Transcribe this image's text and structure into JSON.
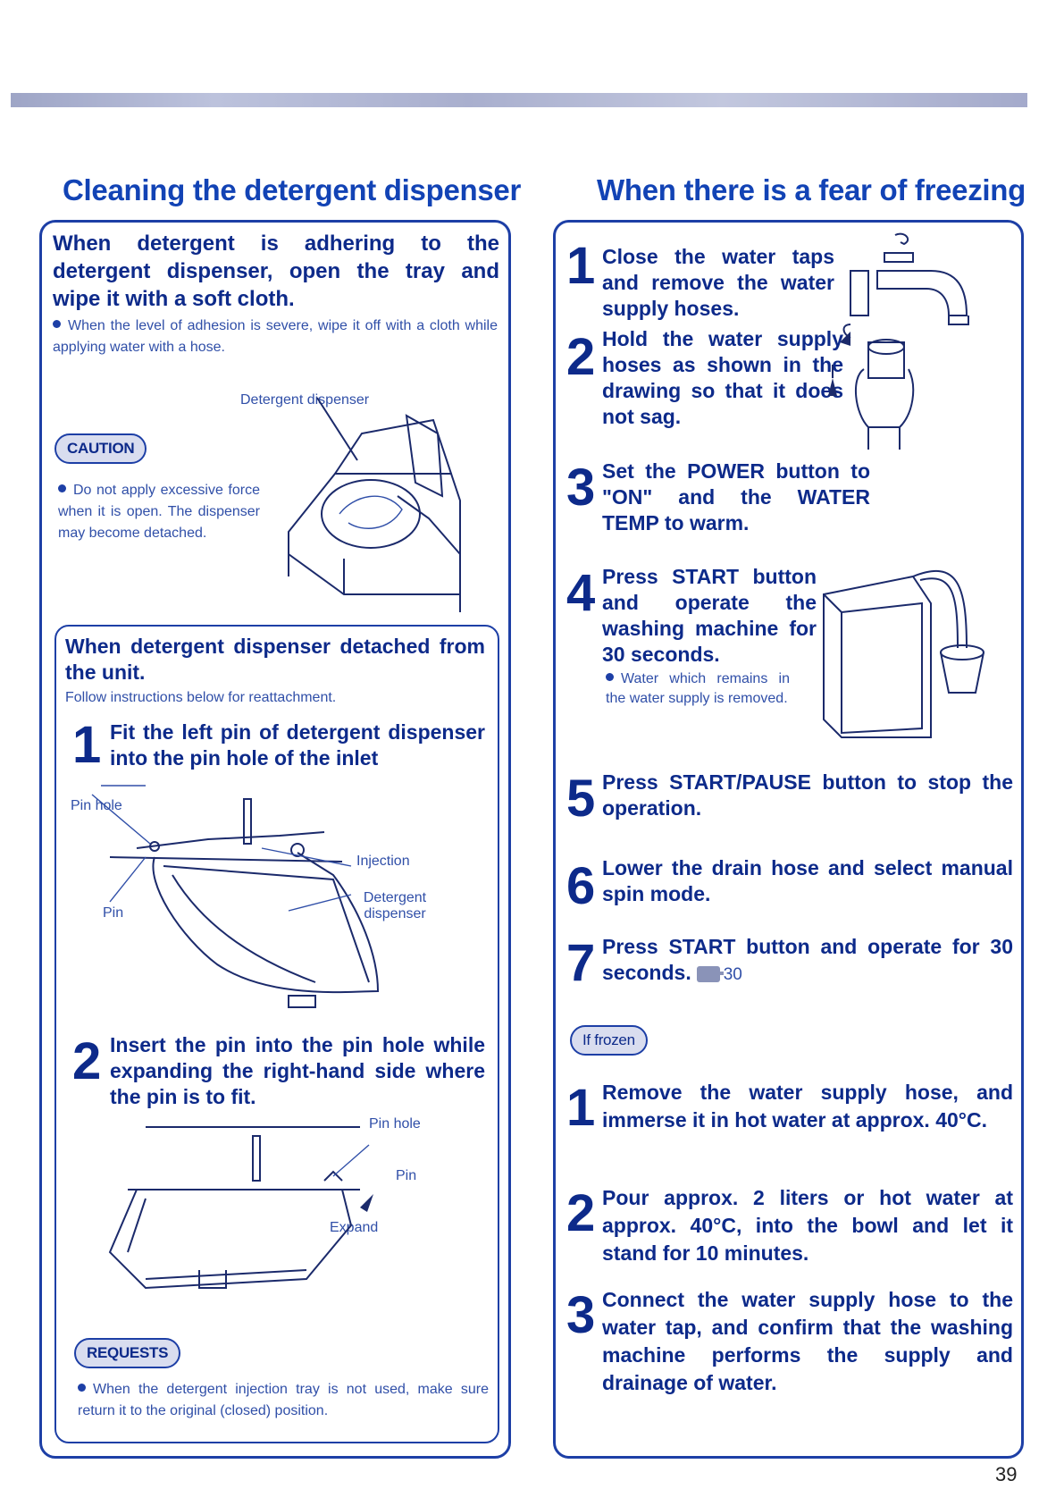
{
  "left": {
    "heading": "Cleaning the detergent dispenser",
    "lead": "When detergent is adhering to the detergent dispenser, open the tray and wipe it with a soft cloth.",
    "note": "When the level of adhesion is severe, wipe it off with a cloth while applying water with a hose.",
    "figure_label": "Detergent dispenser",
    "caution_tag": "CAUTION",
    "caution_text": "Do not apply excessive force when it is open. The dispenser may become detached.",
    "detached": {
      "title": "When detergent dispenser detached from the unit.",
      "intro": "Follow instructions below for reattachment.",
      "steps": [
        {
          "num": "1",
          "text": "Fit the left pin of detergent dispenser into the pin hole of the inlet"
        },
        {
          "num": "2",
          "text": "Insert the pin into the pin hole while expanding the right-hand side where the pin is to fit."
        }
      ],
      "fig1_labels": {
        "pin_hole": "Pin hole",
        "injection": "Injection",
        "pin": "Pin",
        "dispenser": "Detergent dispenser"
      },
      "fig2_labels": {
        "pin_hole": "Pin hole",
        "pin": "Pin",
        "expand": "Expand"
      },
      "requests_tag": "REQUESTS",
      "requests_text": "When the detergent injection tray is not used, make sure return it to the original (closed) position."
    }
  },
  "right": {
    "heading": "When there is a fear of freezing",
    "steps": [
      {
        "num": "1",
        "text": "Close the water taps and remove the water supply hoses."
      },
      {
        "num": "2",
        "text": "Hold the water supply hoses as shown in the drawing so that it does not sag."
      },
      {
        "num": "3",
        "text": "Set the POWER button to \"ON\" and the WATER TEMP to warm."
      },
      {
        "num": "4",
        "text": "Press START button and operate the washing machine for 30 seconds."
      },
      {
        "num": "5",
        "text": "Press START/PAUSE button to stop the operation."
      },
      {
        "num": "6",
        "text": "Lower the drain hose and select manual spin mode."
      },
      {
        "num": "7",
        "text": "Press START button and operate for 30 seconds."
      }
    ],
    "step4_note": "Water which remains in the water supply is removed.",
    "step7_ref": "30",
    "frozen_tag": "If frozen",
    "frozen_steps": [
      {
        "num": "1",
        "text": "Remove the water supply hose, and immerse it in hot water at approx. 40°C."
      },
      {
        "num": "2",
        "text": "Pour approx. 2 liters or hot water at approx. 40°C, into the bowl and let it stand for 10 minutes."
      },
      {
        "num": "3",
        "text": "Connect the water supply hose to the water tap, and confirm that the washing machine performs the supply and drainage of water."
      }
    ]
  },
  "page_number": "39"
}
